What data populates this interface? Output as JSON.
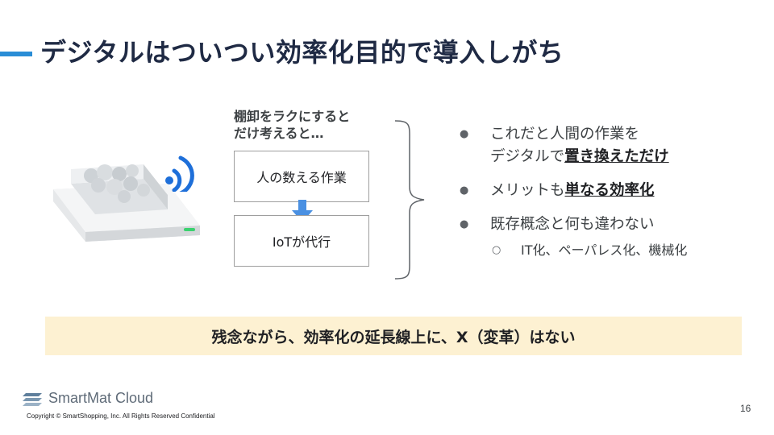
{
  "slide": {
    "title": "デジタルはついつい効率化目的で導入しがち",
    "page_number": "16"
  },
  "left": {
    "caption_line1": "棚卸をラクにすると",
    "caption_line2": "だけ考えると…",
    "box_before": "人の数える作業",
    "box_after": "IoTが代行"
  },
  "bullets": {
    "b1_line1": "これだと人間の作業を",
    "b1_line2_prefix": "デジタルで",
    "b1_line2_em": "置き換えただけ",
    "b2_prefix": "メリットも",
    "b2_em": "単なる効率化",
    "b3": "既存概念と何も違わない",
    "sub1": "IT化、ペーパレス化、機械化"
  },
  "banner": {
    "text": "残念ながら、効率化の延長線上に、X（変革）はない"
  },
  "footer": {
    "logo": "SmartMat Cloud",
    "copyright": "Copyright © SmartShopping, Inc. All Rights Reserved Confidential"
  },
  "colors": {
    "accent": "#2a8dd6",
    "banner_bg": "#fdf1d2",
    "wifi": "#1e6fd9",
    "arrow": "#4a90e2"
  }
}
